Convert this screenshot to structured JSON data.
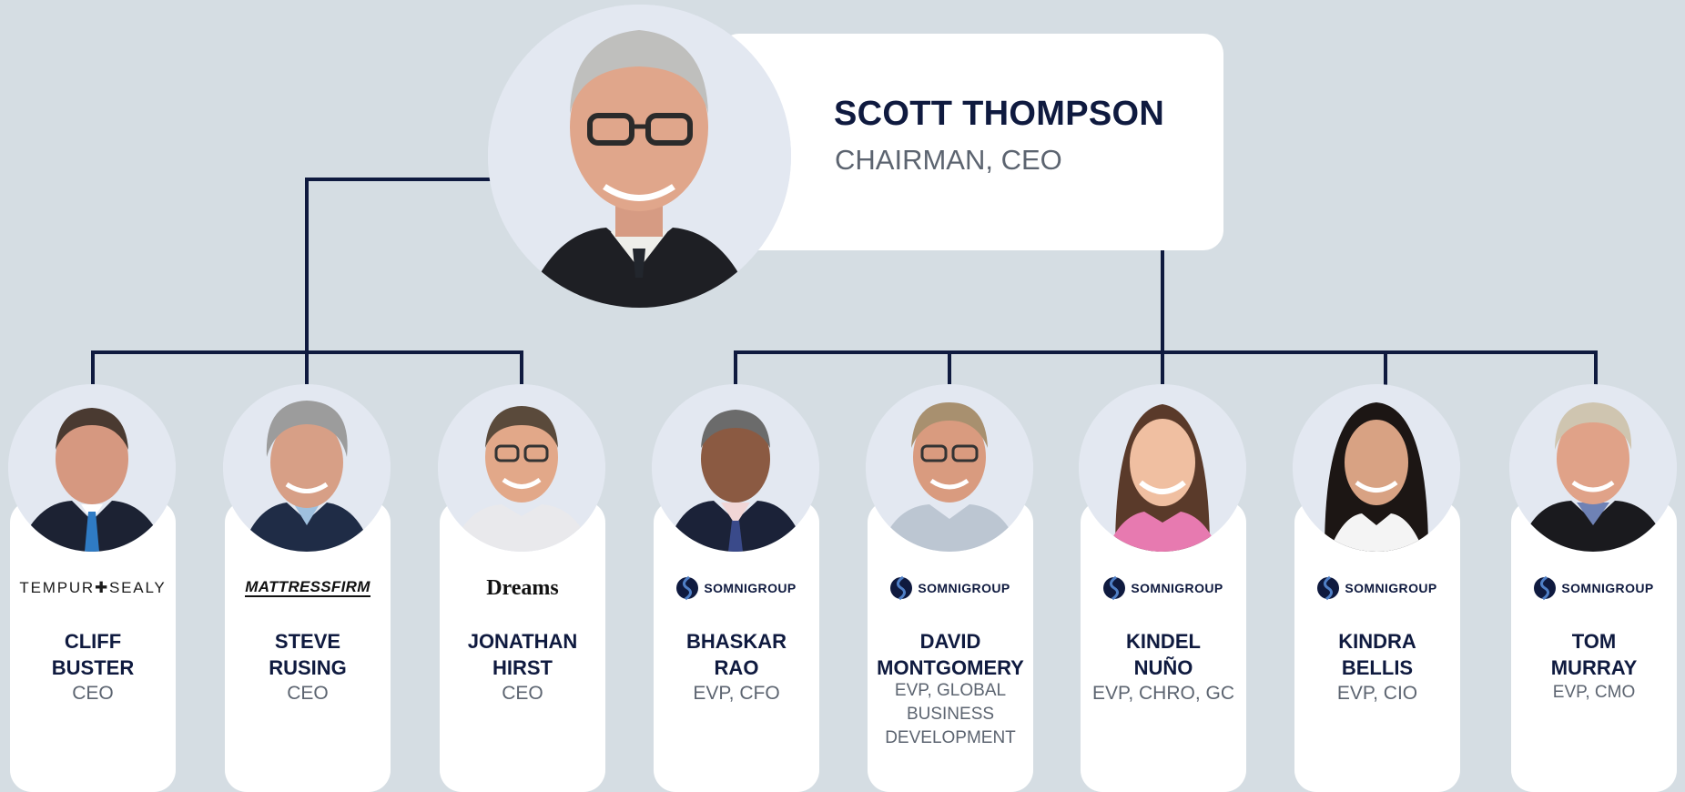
{
  "ceo": {
    "name": "SCOTT THOMPSON",
    "title": "CHAIRMAN, CEO"
  },
  "members": [
    {
      "logo": "TEMPUR✚SEALY",
      "logo_type": "tempur",
      "first": "CLIFF",
      "last": "BUSTER",
      "role": "CEO"
    },
    {
      "logo": "MATTRESSFIRM",
      "logo_type": "mattress",
      "first": "STEVE",
      "last": "RUSING",
      "role": "CEO"
    },
    {
      "logo": "Dreams",
      "logo_type": "dreams",
      "first": "JONATHAN",
      "last": "HIRST",
      "role": "CEO"
    },
    {
      "logo": "SOMNIGROUP",
      "logo_type": "somni",
      "first": "BHASKAR",
      "last": "RAO",
      "role": "EVP, CFO"
    },
    {
      "logo": "SOMNIGROUP",
      "logo_type": "somni",
      "first": "DAVID",
      "last": "MONTGOMERY",
      "role": "EVP, GLOBAL BUSINESS DEVELOPMENT"
    },
    {
      "logo": "SOMNIGROUP",
      "logo_type": "somni",
      "first": "KINDEL",
      "last": "NUÑO",
      "role": "EVP, CHRO, GC"
    },
    {
      "logo": "SOMNIGROUP",
      "logo_type": "somni",
      "first": "KINDRA",
      "last": "BELLIS",
      "role": "EVP, CIO"
    },
    {
      "logo": "SOMNIGROUP",
      "logo_type": "somni",
      "first": "TOM",
      "last": "MURRAY",
      "role": "EVP, CMO"
    }
  ],
  "colors": {
    "background": "#d5dde3",
    "navy": "#0f1a3f",
    "gray_text": "#5c6470",
    "card": "#ffffff"
  }
}
